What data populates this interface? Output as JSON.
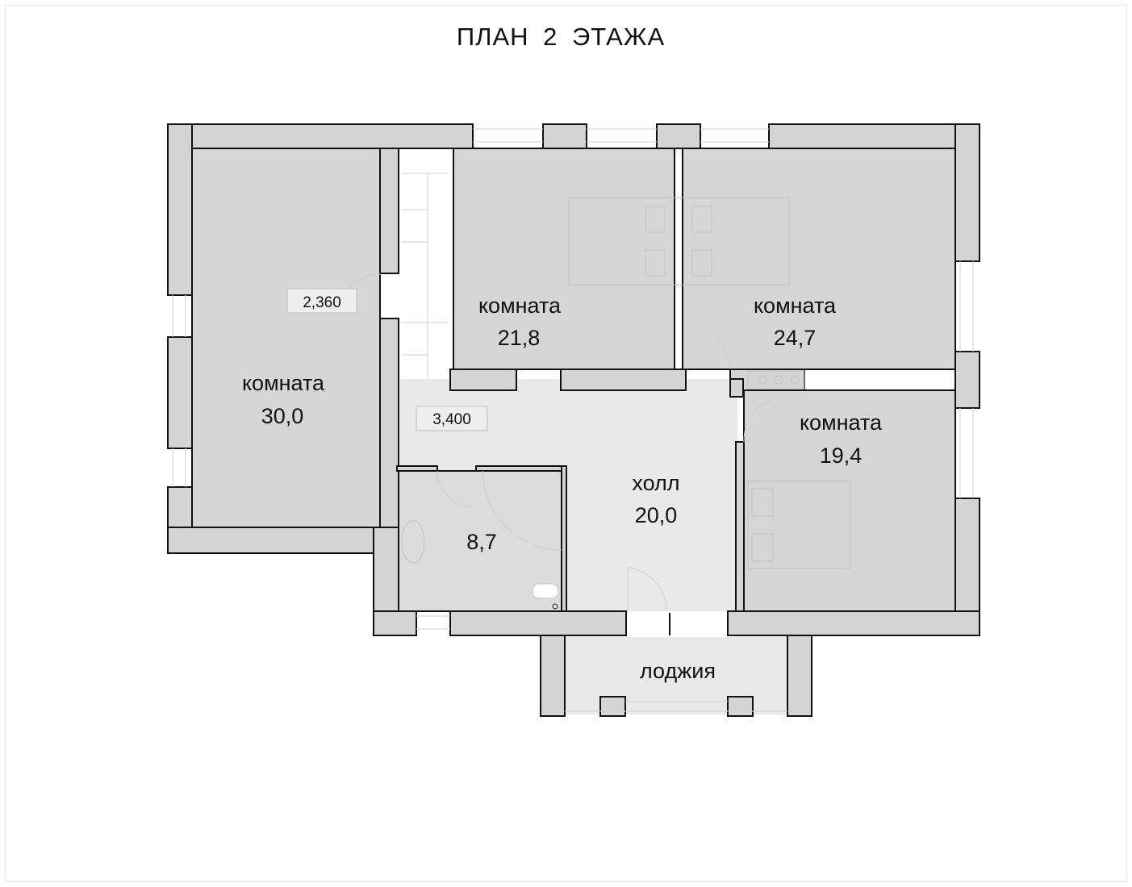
{
  "title": "ПЛАН 2 ЭТАЖА",
  "rooms": [
    {
      "name": "комната",
      "area": "30,0"
    },
    {
      "name": "комната",
      "area": "21,8"
    },
    {
      "name": "комната",
      "area": "24,7"
    },
    {
      "name": "комната",
      "area": "19,4"
    },
    {
      "name": "холл",
      "area": "20,0"
    },
    {
      "name": "",
      "area": "8,7"
    },
    {
      "name": "лоджия",
      "area": ""
    }
  ],
  "level_marks": [
    "2,360",
    "3,400"
  ],
  "colors": {
    "wall_fill": "#d4d4d4",
    "room_fill": "#d6d6d6",
    "hall_fill": "#e9e9e9",
    "line": "#111111"
  }
}
